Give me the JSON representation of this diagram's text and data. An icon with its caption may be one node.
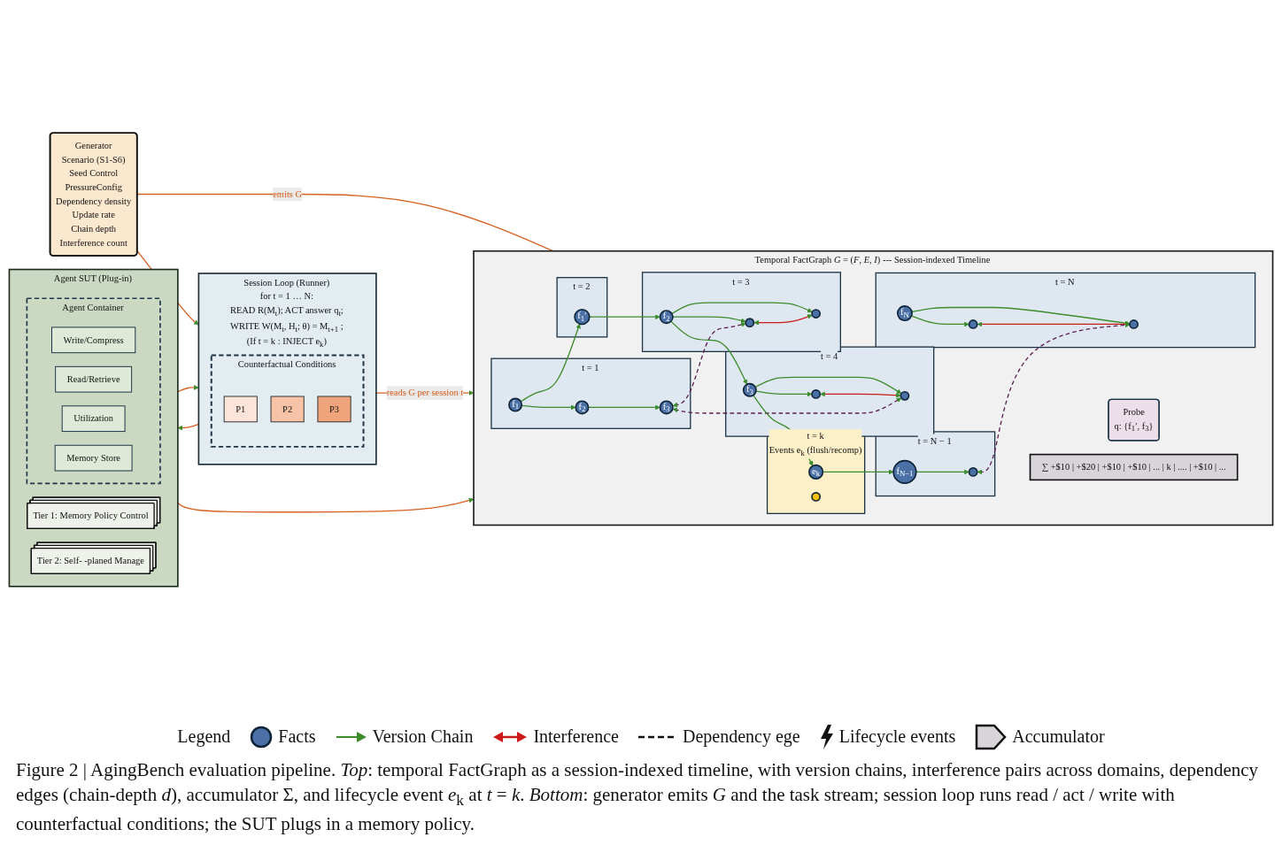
{
  "diagram": {
    "caption": "Figure 2 | AgingBench evaluation pipeline. *Top*: temporal FactGraph as a session-indexed timeline, with version chains, interference pairs across domains, dependency edges (chain-depth *d*), accumulator Σ, and lifecycle event *e*$_{k}$ at *t* = *k*. *Bottom*: generator emits *G* and the task stream; session loop runs read / act / write with counterfactual conditions; the SUT plugs in a memory policy.",
    "nodes": [
      {
        "text": [
          "Temporal FactGraph *G* = (*F*, *E*, *I*) --- Session-indexed Timeline"
        ]
      },
      {
        "text": [
          "t = 1"
        ],
        "in": 0
      },
      {
        "text": [
          "f$_{1}$"
        ],
        "in": 1
      },
      {
        "text": [
          "f$_{2}$"
        ],
        "in": 1
      },
      {
        "text": [
          "f$_{3}$"
        ],
        "in": 1
      },
      {
        "text": [
          "t = 2"
        ],
        "in": 0
      },
      {
        "text": [
          "f$_{1}$′"
        ],
        "in": 5
      },
      {
        "text": [
          "t = 3"
        ],
        "in": 0
      },
      {
        "text": [
          "f$_{2}$"
        ],
        "in": 7
      },
      {
        "text": [],
        "shape": "circle",
        "in": 7
      },
      {
        "text": [],
        "shape": "circle",
        "in": 7
      },
      {
        "text": [
          "t = 4"
        ],
        "in": 0
      },
      {
        "text": [
          "f$_{3}$"
        ],
        "in": 11
      },
      {
        "text": [],
        "shape": "circle",
        "in": 11
      },
      {
        "text": [],
        "shape": "circle",
        "in": 11
      },
      {
        "text": [
          "t = k",
          "Events e$_{k}$ (flush/recomp)"
        ],
        "in": 0
      },
      {
        "text": [
          "e$_{k}$"
        ],
        "in": 15
      },
      {
        "text": [],
        "shape": "circle",
        "in": 15
      },
      {
        "text": [
          "t = N − 1"
        ],
        "in": 0
      },
      {
        "text": [
          "f$_{N−1}$"
        ],
        "in": 18
      },
      {
        "text": [],
        "shape": "circle",
        "in": 18
      },
      {
        "text": [
          "t = N"
        ],
        "in": 0
      },
      {
        "text": [
          "f$_{N}$"
        ],
        "in": 21
      },
      {
        "text": [],
        "shape": "circle",
        "in": 21
      },
      {
        "text": [],
        "shape": "circle",
        "in": 21
      },
      {
        "text": [
          "Probe",
          "q: {f$_{1}$′, f$_{3}$}"
        ],
        "in": 0
      },
      {
        "text": [
          "∑ +$10 | +$20 | +$10 | +$10 | ... | k | .... | +$10 | ..."
        ],
        "in": 0
      },
      {
        "text": [
          "Generator",
          "Scenario (S1-S6)",
          "Seed Control",
          "PressureConfig",
          "Dependency density",
          "Update rate",
          "Chain depth",
          "Interference count"
        ]
      },
      {
        "text": [
          "Session Loop (Runner)",
          "for t = 1 … N:",
          "READ R(M$_{t}$);  ACT answer q$_{t}$;",
          "WRITE W(M$_{t}$, H$_{t}$; θ) = M$_{t+1}$ ;",
          "(If t = k : INJECT e$_{k}$)"
        ]
      },
      {
        "text": [
          "Counterfactual Conditions"
        ],
        "in": 28
      },
      {
        "text": [
          "P1"
        ],
        "in": 29
      },
      {
        "text": [
          "P2"
        ],
        "in": 29
      },
      {
        "text": [
          "P3"
        ],
        "in": 29
      },
      {
        "text": [
          "Agent SUT (Plug-in)"
        ]
      },
      {
        "text": [
          "Agent Container"
        ],
        "in": 33
      },
      {
        "text": [
          "Write/Compress"
        ],
        "in": 34
      },
      {
        "text": [
          "Read/Retrieve"
        ],
        "in": 34
      },
      {
        "text": [
          "Utilization"
        ],
        "in": 34
      },
      {
        "text": [
          "Memory Store"
        ],
        "in": 34
      },
      {
        "text": [
          "Tier 1: Memory Policy Control"
        ],
        "in": 33
      },
      {
        "text": [
          "Tier 2: Self- -planed Manage"
        ],
        "in": 33
      }
    ],
    "edges": [
      {
        "from": 2,
        "to": 3,
        "arrow": "to"
      },
      {
        "from": 3,
        "to": 4,
        "arrow": "to"
      },
      {
        "from": 2,
        "to": 6,
        "arrow": "to"
      },
      {
        "from": 6,
        "to": 8,
        "arrow": "to"
      },
      {
        "from": 8,
        "to": 9,
        "arrow": "to"
      },
      {
        "from": 8,
        "to": 10,
        "arrow": "to"
      },
      {
        "from": 9,
        "to": 10,
        "arrow": "both",
        "color": "#cc1a1a"
      },
      {
        "from": 8,
        "to": 12,
        "arrow": "to"
      },
      {
        "from": 12,
        "to": 13,
        "arrow": "to"
      },
      {
        "from": 12,
        "to": 14,
        "arrow": "to"
      },
      {
        "from": 13,
        "to": 14,
        "arrow": "both",
        "color": "#cc1a1a"
      },
      {
        "from": 4,
        "to": 9,
        "arrow": "both",
        "style": "dashed",
        "color": "#5a1d50"
      },
      {
        "from": 4,
        "to": 14,
        "arrow": "both",
        "style": "dashed",
        "color": "#5a1d50"
      },
      {
        "from": 12,
        "to": 16,
        "arrow": "to"
      },
      {
        "from": 16,
        "to": 19,
        "arrow": "to"
      },
      {
        "from": 19,
        "to": 20,
        "arrow": "to"
      },
      {
        "from": 22,
        "to": 23,
        "arrow": "to"
      },
      {
        "from": 22,
        "to": 24,
        "arrow": "to"
      },
      {
        "from": 23,
        "to": 24,
        "arrow": "both",
        "color": "#cc1a1a"
      },
      {
        "from": 20,
        "to": 24,
        "arrow": "both",
        "style": "dashed",
        "color": "#5a1d50"
      },
      {
        "from": 27,
        "to": 0,
        "arrow": "to",
        "label": "emits G",
        "color": "#d6601f"
      },
      {
        "from": 28,
        "to": 0,
        "arrow": "to",
        "label": "reads G per session t",
        "color": "#d6601f"
      },
      {
        "from": 33,
        "to": 0,
        "arrow": "to",
        "color": "#d6601f"
      },
      {
        "from": 27,
        "to": 28,
        "arrow": "to",
        "color": "#d6601f"
      },
      {
        "from": 28,
        "to": 33,
        "arrow": "to",
        "color": "#d6601f"
      },
      {
        "from": 33,
        "to": 28,
        "arrow": "to",
        "color": "#d6601f"
      }
    ],
    "labels": [
      "Legend"
    ],
    "legend": [
      {
        "text": "Facts"
      },
      {
        "text": "Version Chain"
      },
      {
        "text": "Interference"
      },
      {
        "text": "Dependency ege"
      },
      {
        "text": "Lifecycle events"
      },
      {
        "text": "Accumulator"
      }
    ]
  }
}
